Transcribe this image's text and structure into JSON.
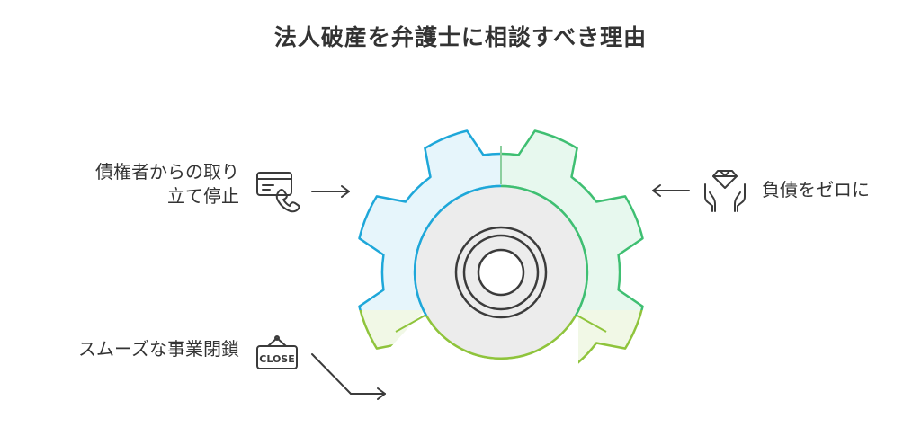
{
  "title": "法人破産を弁護士に相談すべき理由",
  "items": [
    {
      "line1": "債権者からの取り",
      "line2": "立て停止",
      "icon": "credit-card-phone-icon",
      "color": "#1ea7d9"
    },
    {
      "text": "負債をゼロに",
      "icon": "diamond-in-hands-icon",
      "color": "#3fbf72"
    },
    {
      "text": "スムーズな事業閉鎖",
      "icon": "close-sign-icon",
      "color": "#8fc43c"
    }
  ],
  "close_sign_text": "CLOSE",
  "colors": {
    "blue_fill": "#e6f5fb",
    "green_fill": "#e7f8ee",
    "lime_fill": "#f1f8e6",
    "hub_fill": "#ececec",
    "ring": "#3b3b3b"
  }
}
